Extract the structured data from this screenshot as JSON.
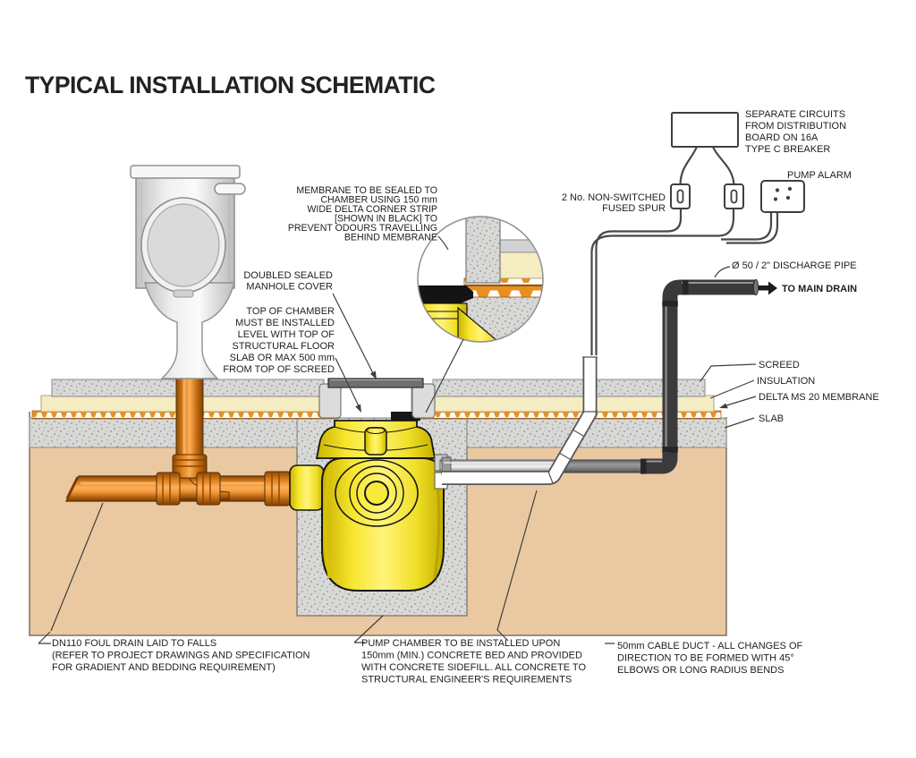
{
  "title": "TYPICAL INSTALLATION SCHEMATIC",
  "labels": {
    "board_note": {
      "lines": [
        "SEPARATE CIRCUITS",
        "FROM DISTRIBUTION",
        "BOARD ON 16A",
        "TYPE C BREAKER"
      ]
    },
    "pump_alarm": "PUMP ALARM",
    "fused_spur": {
      "lines": [
        "2 No. NON-SWITCHED",
        "FUSED SPUR"
      ]
    },
    "membrane_note": {
      "lines": [
        "MEMBRANE TO BE SEALED TO",
        "CHAMBER USING 150 mm",
        "WIDE DELTA CORNER STRIP",
        "[SHOWN IN BLACK] TO",
        "PREVENT ODOURS TRAVELLING",
        "BEHIND MEMBRANE"
      ]
    },
    "manhole_cover": {
      "lines": [
        "DOUBLED SEALED",
        "MANHOLE COVER"
      ]
    },
    "top_of_chamber": {
      "lines": [
        "TOP OF CHAMBER",
        "MUST BE INSTALLED",
        "LEVEL WITH TOP OF",
        "STRUCTURAL FLOOR",
        "SLAB OR MAX 500 mm",
        "FROM TOP OF SCREED"
      ]
    },
    "discharge_pipe": "Ø 50 / 2\" DISCHARGE PIPE",
    "to_main_drain": "TO MAIN DRAIN",
    "screed": "SCREED",
    "insulation": "INSULATION",
    "delta_membrane": "DELTA MS 20 MEMBRANE",
    "slab": "SLAB",
    "dn110": {
      "lines": [
        "DN110 FOUL DRAIN LAID TO FALLS",
        "(REFER TO PROJECT DRAWINGS AND SPECIFICATION",
        "FOR GRADIENT AND BEDDING REQUIREMENT)"
      ]
    },
    "pump_chamber_note": {
      "lines": [
        "PUMP CHAMBER TO BE INSTALLED UPON",
        "150mm (MIN.) CONCRETE BED AND PROVIDED",
        "WITH CONCRETE SIDEFILL. ALL CONCRETE TO",
        "STRUCTURAL ENGINEER'S REQUIREMENTS"
      ]
    },
    "cable_duct": {
      "lines": [
        "50mm CABLE DUCT - ALL CHANGES OF",
        "DIRECTION TO BE FORMED WITH 45°",
        "ELBOWS OR LONG RADIUS BENDS"
      ]
    }
  },
  "colors": {
    "chamber_yellow": "#f7e62e",
    "pipe_orange": "#f49a3a",
    "membrane_orange": "#e98f1f",
    "earth_tan": "#eac9a2",
    "concrete_gray": "#d8d8d6",
    "insulation_cream": "#f6ecc2",
    "discharge_dark": "#3a3a3c",
    "duct_white": "#ffffff",
    "text": "#1e1e20"
  }
}
